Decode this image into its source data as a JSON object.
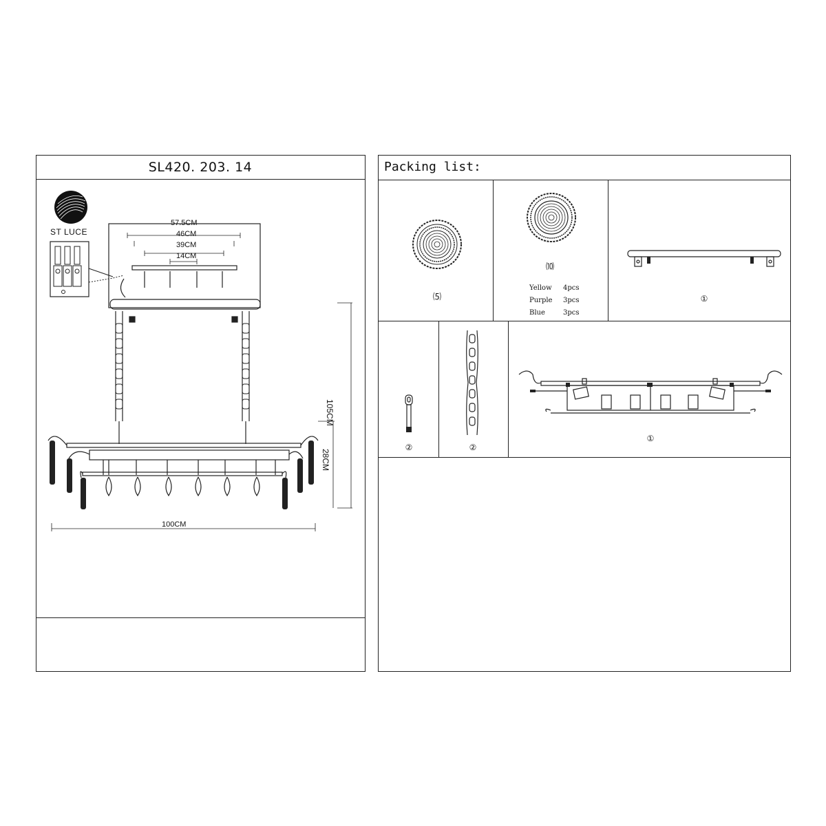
{
  "brand": {
    "name": "ST LUCE"
  },
  "product": {
    "model": "SL420. 203. 14"
  },
  "dimensions": {
    "w1": "57.5CM",
    "w2": "46CM",
    "w3": "39CM",
    "w4": "14CM",
    "height": "105CM",
    "body_height": "28CM",
    "width": "100CM"
  },
  "packing": {
    "title": "Packing list:",
    "items": [
      {
        "qty": "⑸",
        "part": "crystal disc"
      },
      {
        "qty": "⑽",
        "part": "colored crystal disc"
      },
      {
        "qty": "①",
        "part": "ceiling canopy"
      },
      {
        "qty": "②",
        "part": "hook"
      },
      {
        "qty": "②",
        "part": "chain"
      },
      {
        "qty": "①",
        "part": "frame"
      }
    ],
    "colors": [
      {
        "name": "Yellow",
        "count": "4pcs"
      },
      {
        "name": "Purple",
        "count": "3pcs"
      },
      {
        "name": "Blue",
        "count": "3pcs"
      }
    ]
  }
}
